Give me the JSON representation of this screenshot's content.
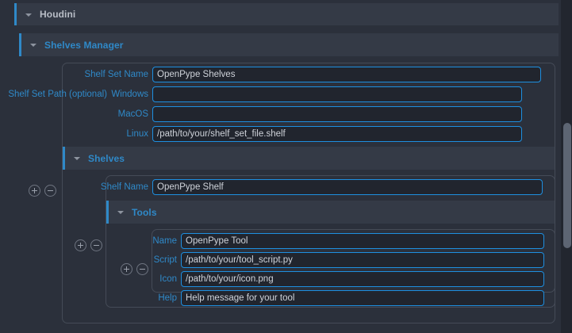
{
  "app": {
    "background": "#2b303b",
    "accent": "#2f89c8",
    "field_border": "#1e8fe0"
  },
  "sections": {
    "houdini": {
      "title": "Houdini",
      "expanded_icon": "chevron-down-icon"
    },
    "shelves_manager": {
      "title": "Shelves Manager",
      "expanded_icon": "chevron-down-icon"
    },
    "shelves": {
      "title": "Shelves",
      "expanded_icon": "chevron-down-icon"
    },
    "tools": {
      "title": "Tools",
      "expanded_icon": "chevron-down-icon"
    }
  },
  "shelf_set": {
    "name_label": "Shelf Set Name",
    "name_value": "OpenPype Shelves",
    "path_label": "Shelf Set Path (optional)",
    "windows_label": "Windows",
    "windows_value": "",
    "macos_label": "MacOS",
    "macos_value": "",
    "linux_label": "Linux",
    "linux_value": "/path/to/your/shelf_set_file.shelf"
  },
  "shelf": {
    "name_label": "Shelf Name",
    "name_value": "OpenPype Shelf"
  },
  "tool": {
    "name_label": "Name",
    "name_value": "OpenPype Tool",
    "script_label": "Script",
    "script_value": "/path/to/your/tool_script.py",
    "icon_label": "Icon",
    "icon_value": "/path/to/your/icon.png",
    "help_label": "Help",
    "help_value": "Help message for your tool"
  },
  "buttons": {
    "add": "+",
    "remove": "−",
    "add_name": "add-button",
    "remove_name": "remove-button"
  }
}
